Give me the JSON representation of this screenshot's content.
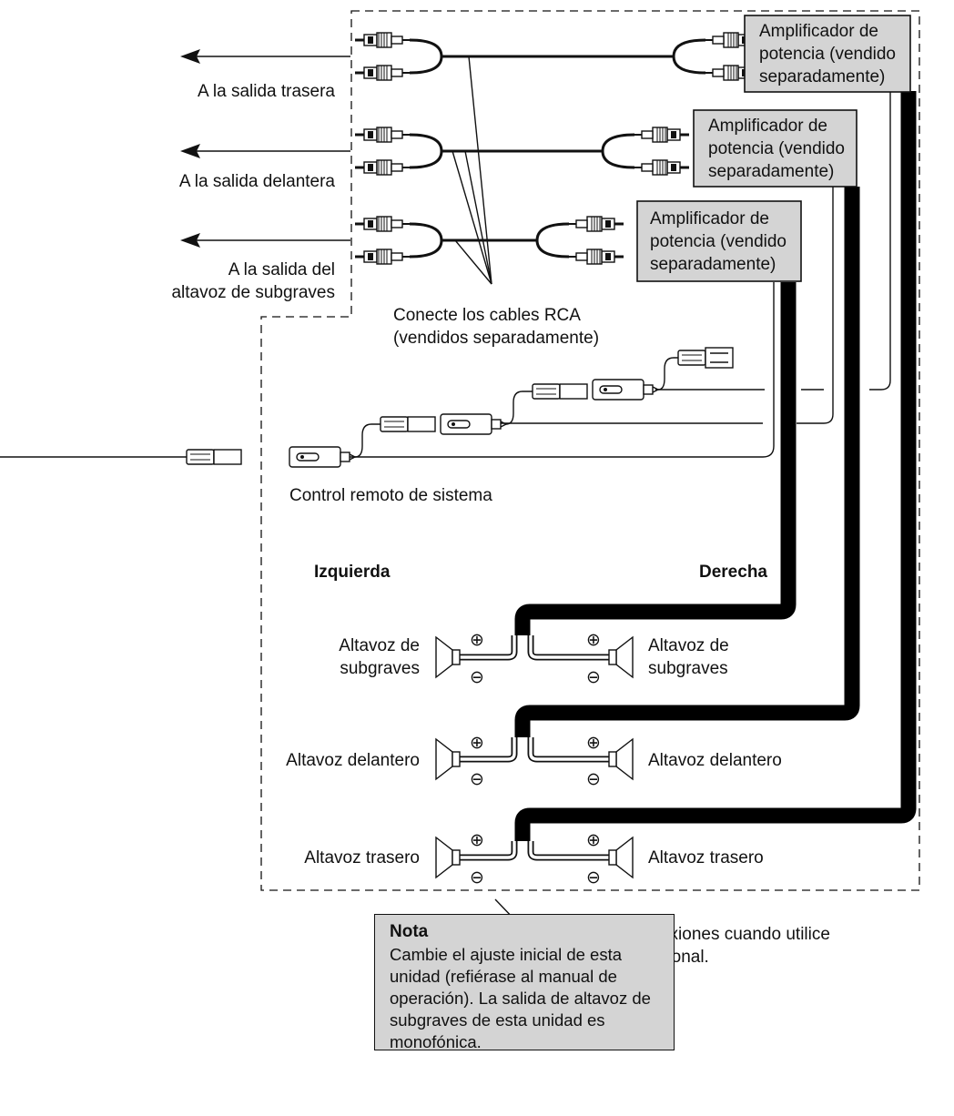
{
  "labels": {
    "rear_output": "A la salida trasera",
    "front_output": "A la salida delantera",
    "sub_output_line1": "A la salida del",
    "sub_output_line2": "altavoz de subgraves",
    "rca_line1": "Conecte los cables RCA",
    "rca_line2": "(vendidos separadamente)",
    "system_remote": "Control remoto de sistema",
    "left": "Izquierda",
    "right": "Derecha",
    "sub_speaker_line1": "Altavoz de",
    "sub_speaker_line2": "subgraves",
    "front_speaker": "Altavoz delantero",
    "rear_speaker": "Altavoz trasero",
    "plus": "⊕",
    "minus": "⊖",
    "optional_line1": "Realice estas conexiones cuando utilice",
    "optional_line2": "el amplificador opcional."
  },
  "amplifiers": [
    {
      "line1": "Amplificador de",
      "line2": "potencia (vendido",
      "line3": "separadamente)"
    },
    {
      "line1": "Amplificador de",
      "line2": "potencia (vendido",
      "line3": "separadamente)"
    },
    {
      "line1": "Amplificador de",
      "line2": "potencia (vendido",
      "line3": "separadamente)"
    }
  ],
  "note": {
    "title": "Nota",
    "text": "Cambie el ajuste inicial de esta unidad (refiérase al manual de operación). La salida de altavoz de subgraves de esta unidad es monofónica."
  }
}
